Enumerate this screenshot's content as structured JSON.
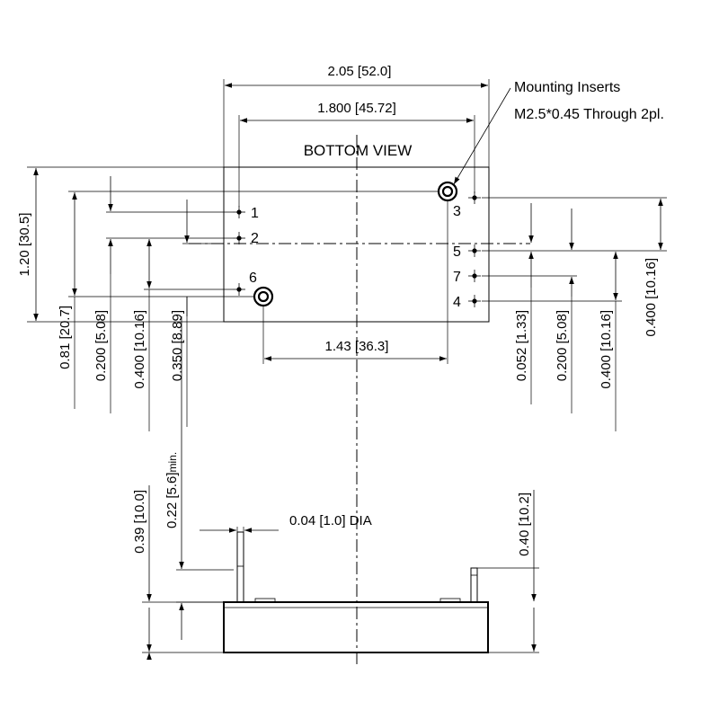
{
  "view_title": "BOTTOM VIEW",
  "callout": {
    "line1": "Mounting Inserts",
    "line2": "M2.5*0.45 Through 2pl."
  },
  "pins": [
    "1",
    "2",
    "3",
    "4",
    "5",
    "6",
    "7"
  ],
  "dimensions": {
    "overall_width": "2.05 [52.0]",
    "insert_spacing": "1.800 [45.72]",
    "overall_height": "1.20 [30.5]",
    "insert_to_insert_x": "1.43 [36.3]",
    "left_081": "0.81 [20.7]",
    "left_0200": "0.200 [5.08]",
    "left_0400": "0.400 [10.16]",
    "left_0350": "0.350 [8.89]",
    "right_0052": "0.052 [1.33]",
    "right_0200": "0.200 [5.08]",
    "right_0400a": "0.400 [10.16]",
    "right_0400b": "0.400 [10.16]",
    "pin_length": "0.22 [5.6]",
    "pin_length_suffix": "min.",
    "body_height": "0.39 [10.0]",
    "total_height": "0.40 [10.2]",
    "pin_dia": "0.04 [1.0] DIA"
  }
}
